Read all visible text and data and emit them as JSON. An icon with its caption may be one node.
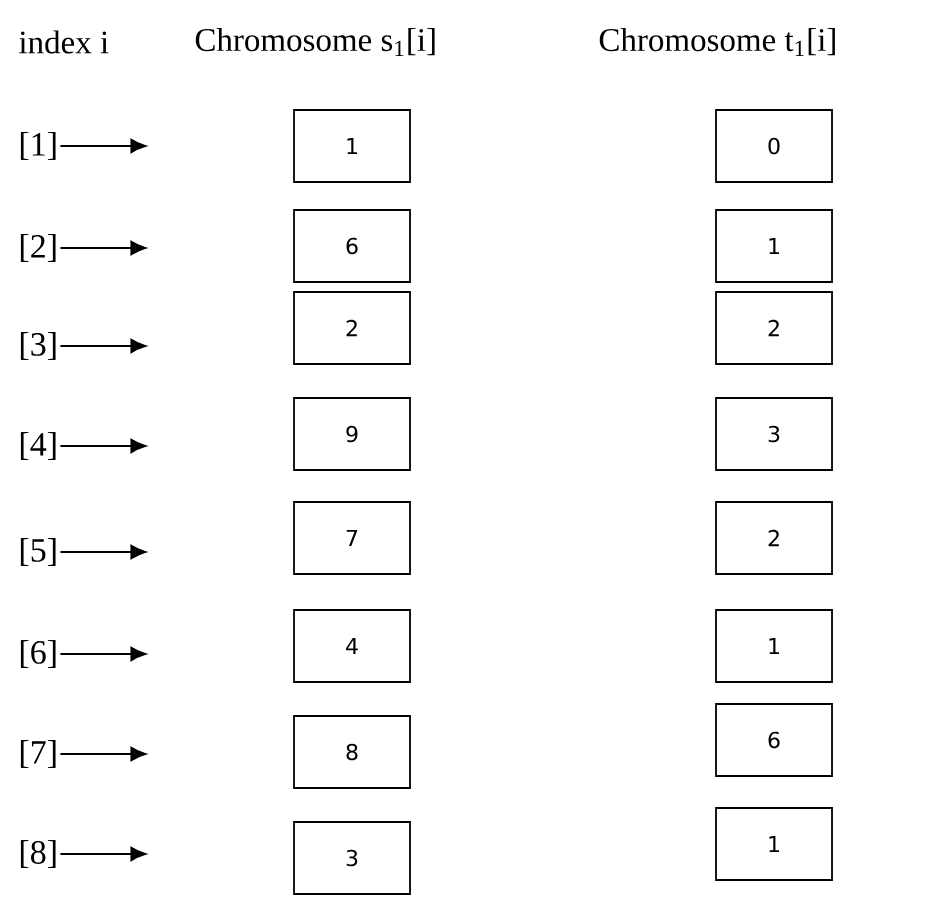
{
  "diagram": {
    "nodes": [
      {
        "text": [
          "[1]"
        ]
      },
      {
        "text": [
          "1"
        ]
      },
      {
        "text": [
          "0"
        ]
      },
      {
        "text": [
          "[2]"
        ]
      },
      {
        "text": [
          "6"
        ]
      },
      {
        "text": [
          "1"
        ]
      },
      {
        "text": [
          "[3]"
        ]
      },
      {
        "text": [
          "2"
        ]
      },
      {
        "text": [
          "2"
        ]
      },
      {
        "text": [
          "[4]"
        ]
      },
      {
        "text": [
          "9"
        ]
      },
      {
        "text": [
          "3"
        ]
      },
      {
        "text": [
          "[5]"
        ]
      },
      {
        "text": [
          "7"
        ]
      },
      {
        "text": [
          "2"
        ]
      },
      {
        "text": [
          "[6]"
        ]
      },
      {
        "text": [
          "4"
        ]
      },
      {
        "text": [
          "1"
        ]
      },
      {
        "text": [
          "[7]"
        ]
      },
      {
        "text": [
          "8"
        ]
      },
      {
        "text": [
          "6"
        ]
      },
      {
        "text": [
          "[8]"
        ]
      },
      {
        "text": [
          "3"
        ]
      },
      {
        "text": [
          "1"
        ]
      }
    ],
    "edges": [
      {
        "from": 0,
        "to": null,
        "arrow": "to"
      },
      {
        "from": 3,
        "to": null,
        "arrow": "to"
      },
      {
        "from": 6,
        "to": null,
        "arrow": "to"
      },
      {
        "from": 9,
        "to": null,
        "arrow": "to"
      },
      {
        "from": 12,
        "to": null,
        "arrow": "to"
      },
      {
        "from": 15,
        "to": null,
        "arrow": "to"
      },
      {
        "from": 18,
        "to": null,
        "arrow": "to"
      },
      {
        "from": 21,
        "to": null,
        "arrow": "to"
      }
    ],
    "labels": [
      "index i",
      "Chromosome s$_{1}$[i]",
      "Chromosome t$_{1}$[i]"
    ]
  }
}
